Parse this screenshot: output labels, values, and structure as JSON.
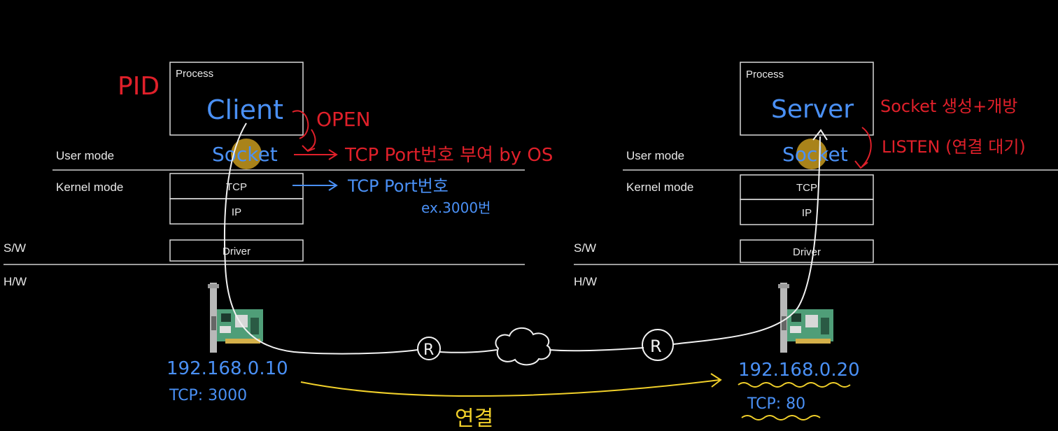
{
  "client_stack": {
    "process_label": "Process",
    "app_name": "Client",
    "socket_label": "Socket",
    "user_mode_label": "User mode",
    "kernel_mode_label": "Kernel mode",
    "tcp_label": "TCP",
    "ip_label": "IP",
    "sw_label": "S/W",
    "driver_label": "Driver",
    "hw_label": "H/W"
  },
  "server_stack": {
    "process_label": "Process",
    "app_name": "Server",
    "socket_label": "Socket",
    "user_mode_label": "User mode",
    "kernel_mode_label": "Kernel mode",
    "tcp_label": "TCP",
    "ip_label": "IP",
    "sw_label": "S/W",
    "driver_label": "Driver",
    "hw_label": "H/W"
  },
  "annotations": {
    "pid": "PID",
    "open": "OPEN",
    "tcp_port_assign": "TCP Port번호 부여 by OS",
    "tcp_port_number": "TCP Port번호",
    "port_example": "ex.3000번",
    "client_ip": "192.168.0.10",
    "client_port": "TCP: 3000",
    "server_socket_create": "Socket 생성+개방",
    "listen": "LISTEN (연결 대기)",
    "server_ip": "192.168.0.20",
    "server_port": "TCP: 80",
    "connection": "연결",
    "router": "R"
  },
  "colors": {
    "background": "#000000",
    "box_stroke": "#d9d9d9",
    "label_text": "#e8e8e8",
    "handwriting_blue": "#4a90f5",
    "handwriting_red": "#e0202a",
    "connection_yellow": "#f1d02a",
    "socket_highlight": "#c79a1e",
    "nic_green": "#4f9e78"
  }
}
